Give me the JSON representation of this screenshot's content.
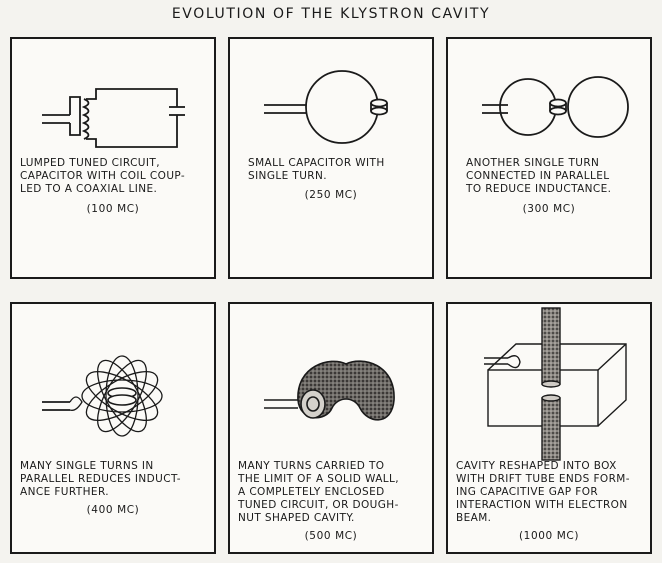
{
  "title": "EVOLUTION OF THE KLYSTRON CAVITY",
  "panels": [
    {
      "caption": "LUMPED TUNED CIRCUIT,\nCAPACITOR WITH COIL COUP-\nLED TO A COAXIAL LINE.",
      "frequency": "(100 MC)",
      "figure": "coil-capacitor-circuit-figure"
    },
    {
      "caption": "SMALL CAPACITOR WITH\nSINGLE TURN.",
      "frequency": "(250 MC)",
      "figure": "single-turn-figure"
    },
    {
      "caption": "ANOTHER SINGLE TURN\nCONNECTED IN PARALLEL\nTO REDUCE INDUCTANCE.",
      "frequency": "(300 MC)",
      "figure": "double-turn-figure"
    },
    {
      "caption": "MANY SINGLE TURNS IN\nPARALLEL REDUCES INDUCT-\nANCE FURTHER.",
      "frequency": "(400 MC)",
      "figure": "many-turns-figure"
    },
    {
      "caption": "MANY TURNS CARRIED TO\nTHE LIMIT OF A SOLID WALL,\nA COMPLETELY ENCLOSED\nTUNED CIRCUIT, OR DOUGH-\nNUT SHAPED CAVITY.",
      "frequency": "(500 MC)",
      "figure": "toroid-cavity-figure"
    },
    {
      "caption": "CAVITY RESHAPED INTO BOX\nWITH DRIFT TUBE ENDS FORM-\nING CAPACITIVE GAP FOR\nINTERACTION WITH ELECTRON\nBEAM.",
      "frequency": "(1000 MC)",
      "figure": "box-cavity-figure"
    }
  ]
}
